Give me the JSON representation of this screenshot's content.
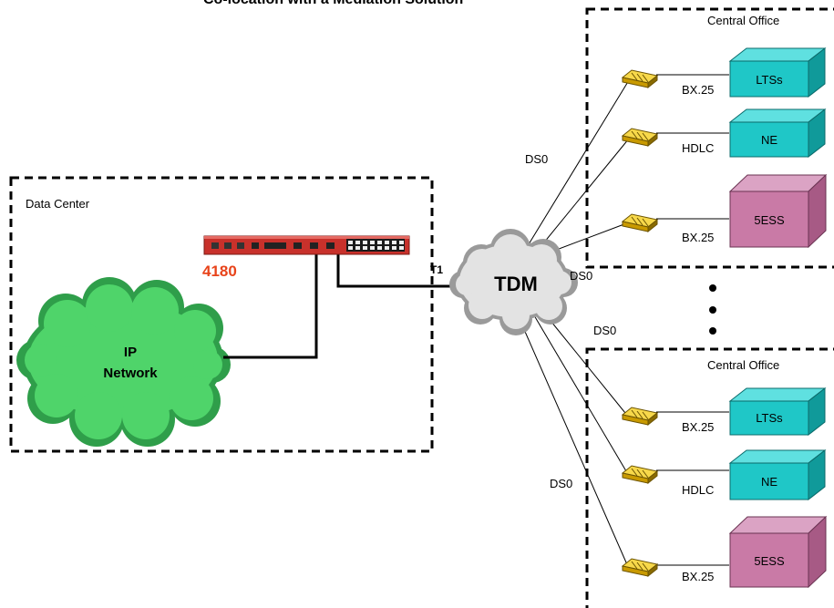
{
  "title_fragment": "Co-location with a Mediation Solution",
  "data_center": {
    "label": "Data Center"
  },
  "device": {
    "label": "4180"
  },
  "ip_network": {
    "line1": "IP",
    "line2": "Network"
  },
  "tdm_cloud": {
    "label": "TDM"
  },
  "t1_label": "T1",
  "central_offices": [
    {
      "label": "Central Office"
    },
    {
      "label": "Central Office"
    }
  ],
  "ds0_labels": [
    "DS0",
    "DS0",
    "DS0",
    "DS0"
  ],
  "equipment": [
    {
      "name": "LTSs",
      "link": "BX.25",
      "kind": "cyan"
    },
    {
      "name": "NE",
      "link": "HDLC",
      "kind": "cyan"
    },
    {
      "name": "5ESS",
      "link": "BX.25",
      "kind": "pink"
    },
    {
      "name": "LTSs",
      "link": "BX.25",
      "kind": "cyan"
    },
    {
      "name": "NE",
      "link": "HDLC",
      "kind": "cyan"
    },
    {
      "name": "5ESS",
      "link": "BX.25",
      "kind": "pink"
    }
  ],
  "colors": {
    "device_red": "#c8312b",
    "label_red": "#e8431a",
    "cloud_green": "#4fd46a",
    "cloud_green_dark": "#2f9e4a",
    "cloud_gray": "#d9d9d9",
    "cyan_front": "#1fc7c7",
    "cyan_top": "#5fe0e0",
    "cyan_side": "#109a9a",
    "pink_front": "#c97aa6",
    "pink_top": "#dba3c4",
    "pink_side": "#a75a85",
    "modem": "#f2c21a"
  }
}
